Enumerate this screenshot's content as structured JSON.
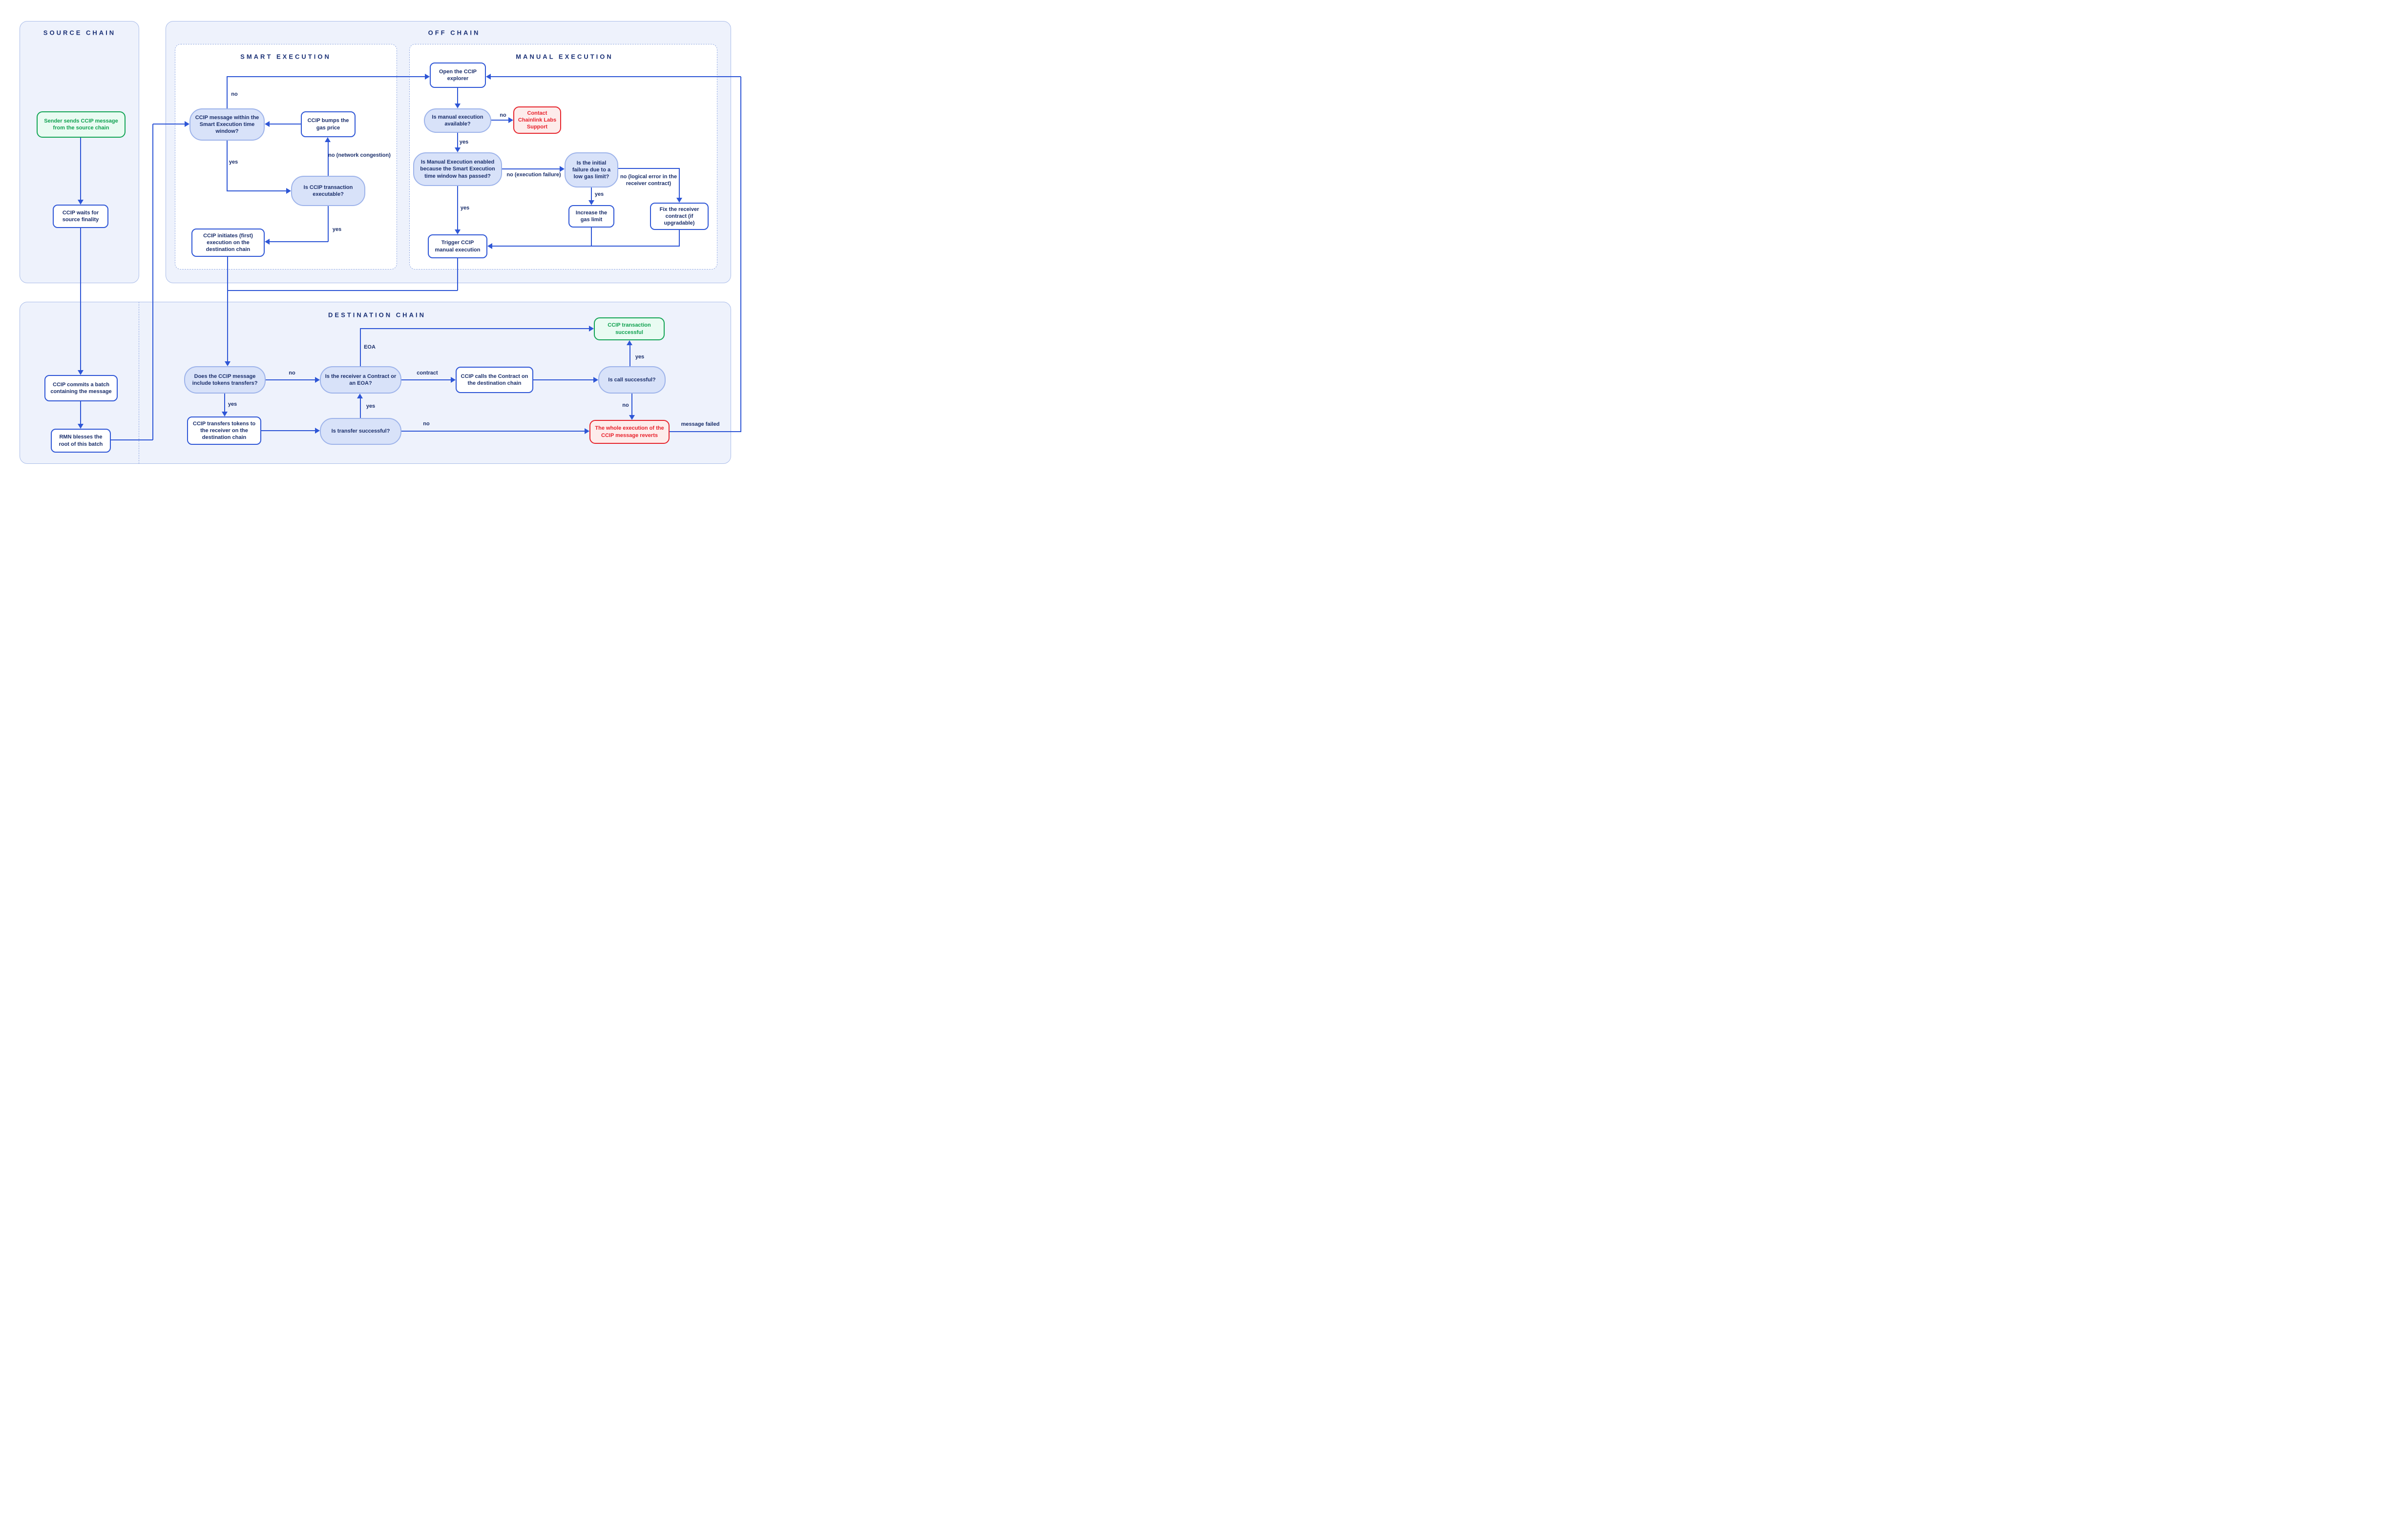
{
  "sections": {
    "source_chain": {
      "title": "SOURCE CHAIN"
    },
    "off_chain": {
      "title": "OFF CHAIN"
    },
    "smart_execution": {
      "title": "SMART EXECUTION"
    },
    "manual_execution": {
      "title": "MANUAL EXECUTION"
    },
    "destination_chain": {
      "title": "DESTINATION CHAIN"
    }
  },
  "nodes": {
    "sender_sends": "Sender sends CCIP message from the source chain",
    "ccip_waits": "CCIP waits for source finality",
    "ccip_commits": "CCIP commits a batch containing the message",
    "rmn_blesses": "RMN blesses the root of this batch",
    "msg_within_window": "CCIP message within the Smart Execution time window?",
    "ccip_bumps": "CCIP bumps the gas price",
    "is_executable": "Is CCIP transaction executable?",
    "ccip_initiates": "CCIP initiates (first) execution on the destination chain",
    "open_explorer": "Open the CCIP explorer",
    "manual_available": "Is manual execution available?",
    "contact_support": "Contact Chainlink Labs Support",
    "manual_enabled": "Is Manual Execution enabled because the Smart Execution time window has passed?",
    "initial_failure": "Is the initial failure due to a low gas limit?",
    "increase_gas": "Increase the gas limit",
    "fix_receiver": "Fix the receiver contract (if upgradable)",
    "trigger_manual": "Trigger CCIP manual execution",
    "includes_tokens": "Does the CCIP message include tokens transfers?",
    "receiver_type": "Is the receiver a Contract or an EOA?",
    "ccip_calls": "CCIP calls the Contract on the destination chain",
    "call_successful": "Is call successful?",
    "tx_successful": "CCIP transaction successful",
    "transfers_tokens": "CCIP transfers tokens to the receiver on the destination chain",
    "transfer_successful": "Is transfer successful?",
    "execution_reverts": "The whole execution of the CCIP message reverts"
  },
  "edge_labels": {
    "yes": "yes",
    "no": "no",
    "no_network_congestion": "no (network congestion)",
    "no_execution_failure": "no (execution failure)",
    "no_logical_error": "no (logical error in the receiver contract)",
    "contract": "contract",
    "eoa": "EOA",
    "message_failed": "message failed"
  },
  "colors": {
    "line_blue": "#2e56d6",
    "navy_text": "#1b2f6b",
    "decision_fill": "#d8e2f9",
    "decision_border": "#9db3ea",
    "container_fill": "#eef2fc",
    "container_border": "#a9bce9",
    "success_green": "#13a455",
    "danger_red": "#e6242c"
  }
}
